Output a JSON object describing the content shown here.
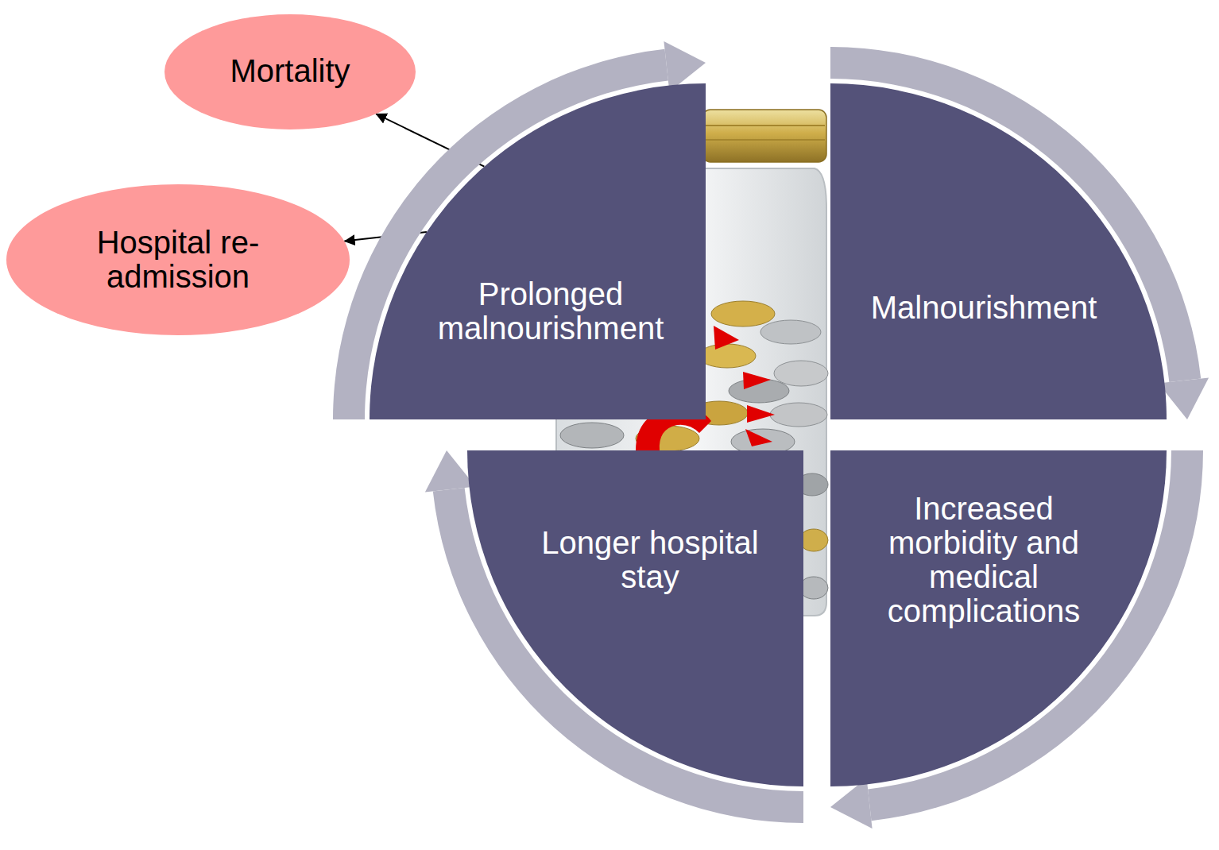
{
  "diagram": {
    "nodes": [
      {
        "text": [
          "Mortality"
        ]
      },
      {
        "text": [
          "Hospital re-admission"
        ]
      },
      {
        "text": [
          "Prolonged malnourishment"
        ]
      },
      {
        "text": [
          "Malnourishment"
        ]
      },
      {
        "text": [
          "Increased morbidity and medical complications"
        ]
      },
      {
        "text": [
          "Longer hospital stay"
        ]
      }
    ],
    "edges": [
      {
        "from": 2,
        "to": 0,
        "arrow": "to"
      },
      {
        "from": 2,
        "to": 1,
        "arrow": "to"
      },
      {
        "from": 2,
        "to": 3,
        "arrow": "to"
      },
      {
        "from": 3,
        "to": 4,
        "arrow": "to"
      },
      {
        "from": 4,
        "to": 5,
        "arrow": "to"
      },
      {
        "from": 5,
        "to": 2,
        "arrow": "to"
      }
    ]
  }
}
